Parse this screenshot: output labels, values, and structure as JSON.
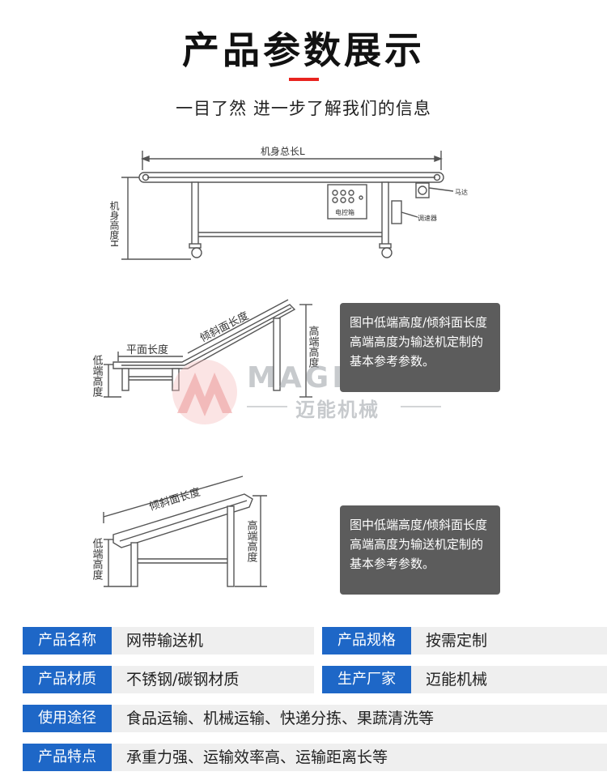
{
  "header": {
    "title": "产品参数展示",
    "subtitle": "一目了然 进一步了解我们的信息"
  },
  "diagram1": {
    "length_label": "机身总长L",
    "height_label": "机身高度H",
    "control_box_label": "电控箱",
    "motor_label": "马达",
    "speed_label": "调速器"
  },
  "diagram2": {
    "flat_length_label": "平面长度",
    "incline_length_label": "倾斜面长度",
    "low_height_label": "低端高度",
    "high_height_label": "高端高度"
  },
  "diagram3": {
    "incline_length_label": "倾斜面长度",
    "low_height_label": "低端高度",
    "high_height_label": "高端高度"
  },
  "notes": {
    "note1": "图中低端高度/倾斜面长度高端高度为输送机定制的基本参考参数。",
    "note2": "图中低端高度/倾斜面长度高端高度为输送机定制的基本参考参数。"
  },
  "watermark": {
    "brand_en": "MAGNUM",
    "brand_cn": "迈能机械"
  },
  "specs": {
    "name_label": "产品名称",
    "name_value": "网带输送机",
    "spec_label": "产品规格",
    "spec_value": "按需定制",
    "material_label": "产品材质",
    "material_value": "不锈钢/碳钢材质",
    "maker_label": "生产厂家",
    "maker_value": "迈能机械",
    "usage_label": "使用途径",
    "usage_value": "食品运输、机械运输、快递分拣、果蔬清洗等",
    "feature_label": "产品特点",
    "feature_value": "承重力强、运输效率高、运输距离长等"
  },
  "colors": {
    "accent_red": "#e8231f",
    "label_blue": "#1e67c7",
    "note_gray": "#5c5c5c"
  }
}
